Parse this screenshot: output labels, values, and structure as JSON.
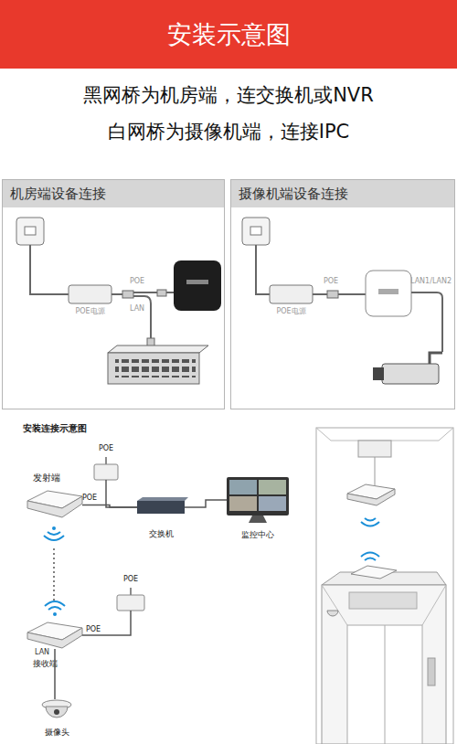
{
  "diagram": {
    "title": "安装示意图",
    "nodes": [
      {
        "text": [
          "机房端设备连接"
        ]
      },
      {
        "text": [
          "摄像机端设备连接"
        ]
      },
      {
        "text": [
          "POE电源"
        ],
        "in": 0
      },
      {
        "text": [
          "POE电源"
        ],
        "in": 1
      },
      {
        "text": [
          "发射端"
        ]
      },
      {
        "text": [
          "POE"
        ]
      },
      {
        "text": [
          "交换机"
        ]
      },
      {
        "text": [
          "监控中心"
        ]
      },
      {
        "text": [
          "POE"
        ]
      },
      {
        "text": [
          "接收端"
        ]
      },
      {
        "text": [
          "摄像头"
        ]
      }
    ],
    "edges": [
      {
        "from": 4,
        "to": 6,
        "arrow": "none",
        "label": "POE"
      },
      {
        "from": 5,
        "to": 6,
        "arrow": "none"
      },
      {
        "from": 6,
        "to": 7,
        "arrow": "none"
      },
      {
        "from": 4,
        "to": 9,
        "arrow": "none"
      },
      {
        "from": 9,
        "to": 8,
        "arrow": "none",
        "label": "POE"
      },
      {
        "from": 9,
        "to": 10,
        "arrow": "none"
      }
    ],
    "labels": [
      "黑网桥为机房端，连交换机或NVR",
      "白网桥为摄像机端，连接IPC",
      "POE",
      "LAN",
      "POE",
      "LAN1/LAN2",
      "安装连接示意图",
      "LAN"
    ]
  }
}
